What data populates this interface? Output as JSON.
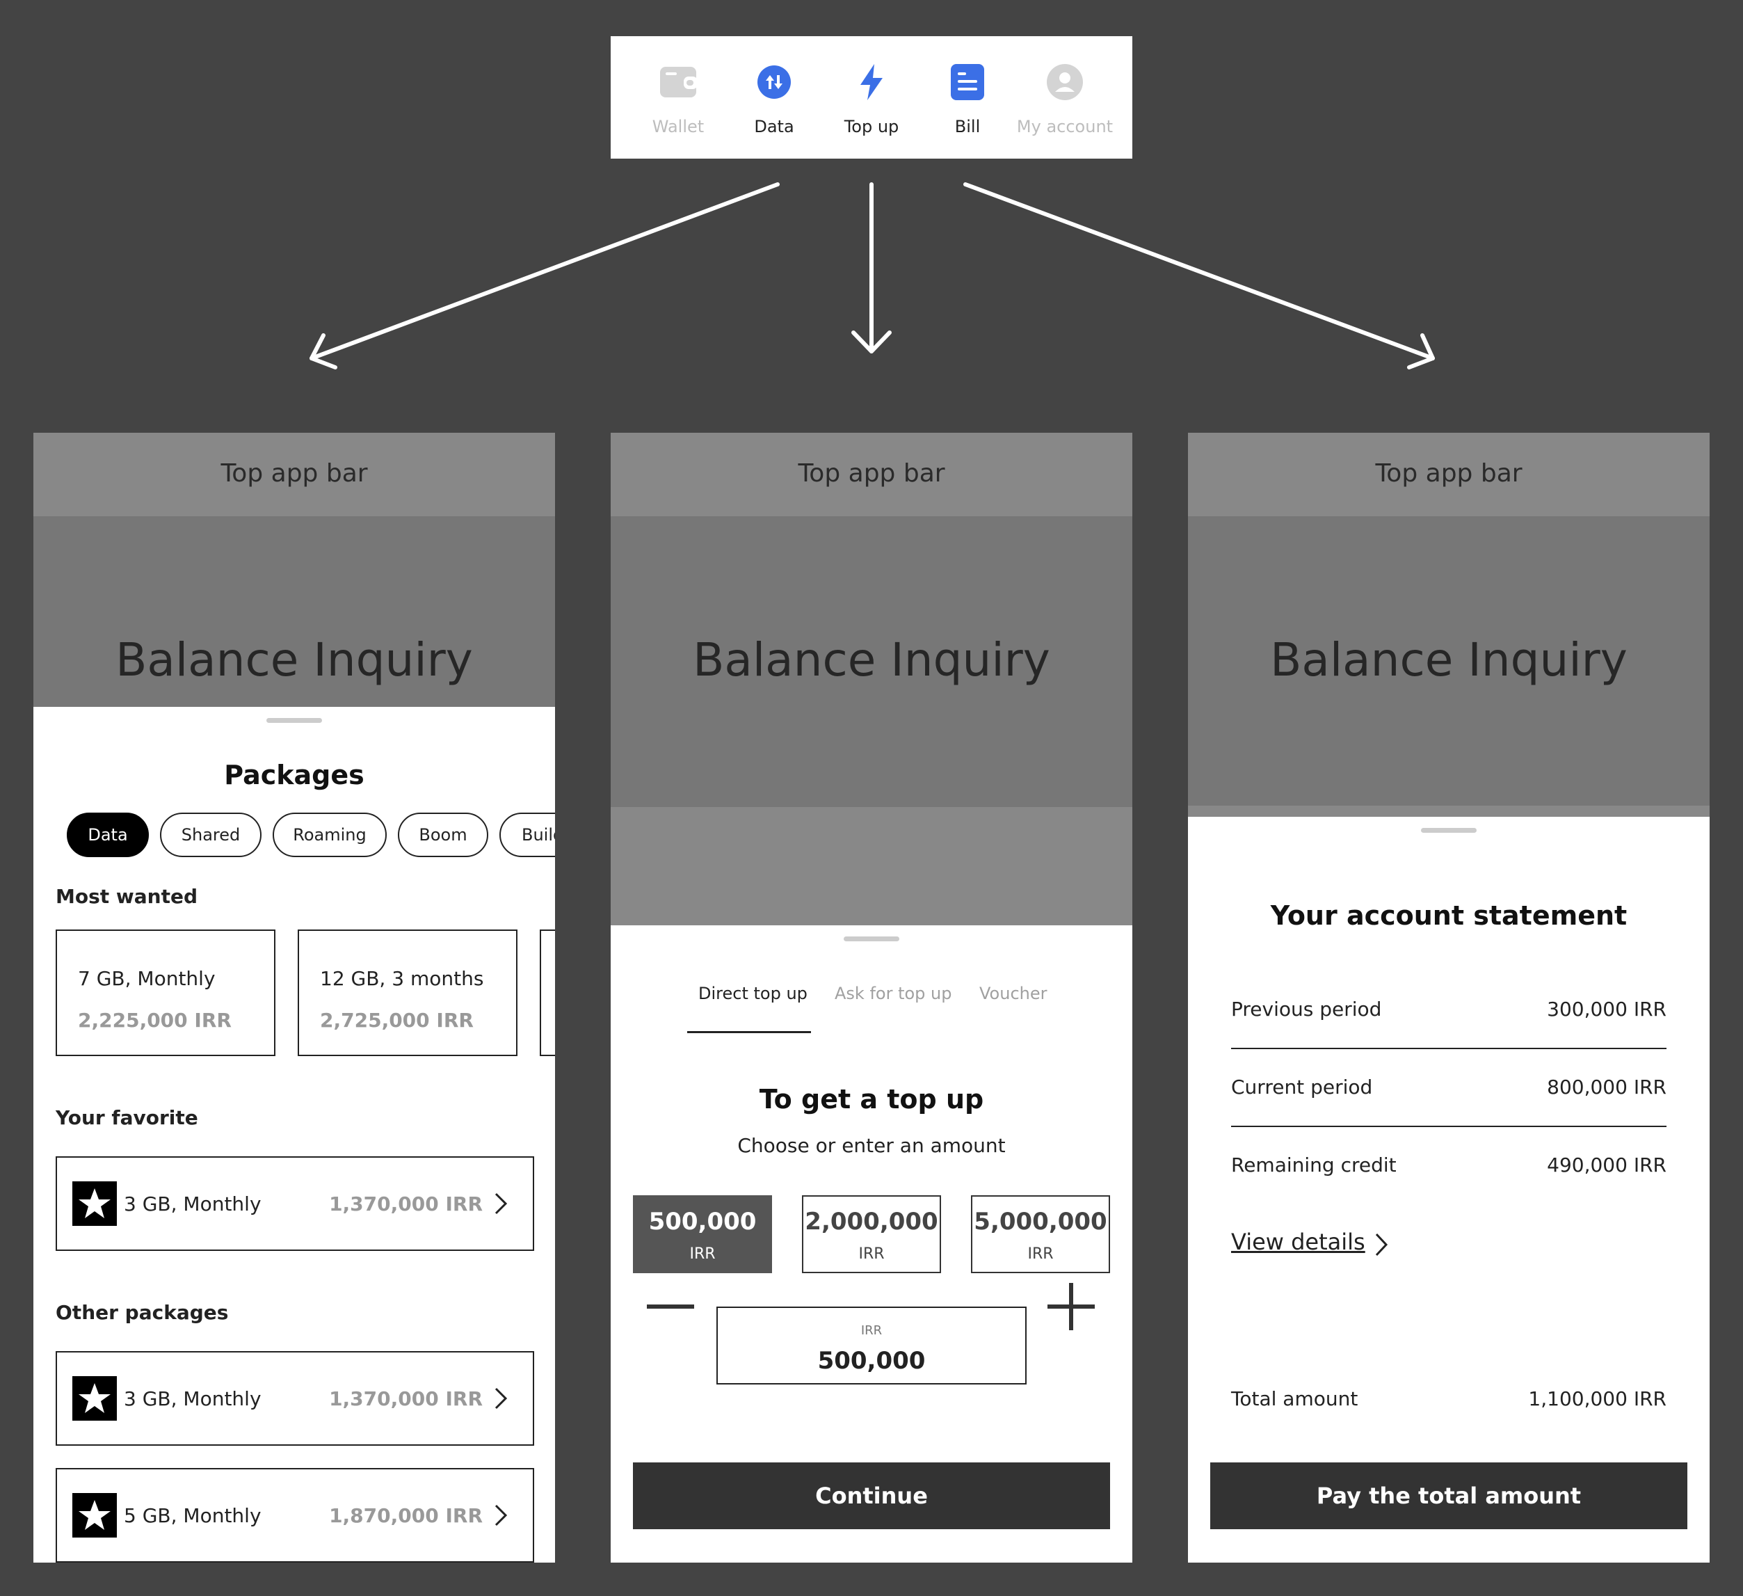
{
  "nav": {
    "items": [
      {
        "label": "Wallet",
        "icon": "wallet-icon",
        "state": "inactive"
      },
      {
        "label": "Data",
        "icon": "data-icon",
        "state": "active"
      },
      {
        "label": "Top up",
        "icon": "lightning-icon",
        "state": "active"
      },
      {
        "label": "Bill",
        "icon": "bill-icon",
        "state": "active"
      },
      {
        "label": "My account",
        "icon": "account-icon",
        "state": "inactive"
      }
    ],
    "accent": "#3b6fe6"
  },
  "screens": {
    "data": {
      "top_bar": "Top app bar",
      "hero": "Balance Inquiry",
      "title": "Packages",
      "chips": [
        "Data",
        "Shared",
        "Roaming",
        "Boom",
        "Build"
      ],
      "most_wanted_label": "Most wanted",
      "most_wanted": [
        {
          "name": "7 GB, Monthly",
          "price": "2,225,000 IRR"
        },
        {
          "name": "12 GB, 3 months",
          "price": "2,725,000 IRR"
        }
      ],
      "favorite_label": "Your favorite",
      "favorite": {
        "name": "3 GB, Monthly",
        "price": "1,370,000 IRR"
      },
      "other_label": "Other packages",
      "other": [
        {
          "name": "3 GB, Monthly",
          "price": "1,370,000 IRR"
        },
        {
          "name": "5 GB, Monthly",
          "price": "1,870,000 IRR"
        }
      ]
    },
    "topup": {
      "top_bar": "Top app bar",
      "hero": "Balance Inquiry",
      "tabs": [
        "Direct top up",
        "Ask for top up",
        "Voucher"
      ],
      "heading": "To get a top up",
      "subheading": "Choose or enter an amount",
      "amounts": [
        {
          "value": "500,000",
          "unit": "IRR",
          "selected": true
        },
        {
          "value": "2,000,000",
          "unit": "IRR",
          "selected": false
        },
        {
          "value": "5,000,000",
          "unit": "IRR",
          "selected": false
        }
      ],
      "input": {
        "unit": "IRR",
        "value": "500,000"
      },
      "continue": "Continue"
    },
    "bill": {
      "top_bar": "Top app bar",
      "hero": "Balance Inquiry",
      "heading": "Your account statement",
      "rows": [
        {
          "label": "Previous period",
          "value": "300,000 IRR"
        },
        {
          "label": "Current period",
          "value": "800,000 IRR"
        },
        {
          "label": "Remaining credit",
          "value": "490,000 IRR"
        }
      ],
      "view_details": "View details",
      "total_label": "Total amount",
      "total_value": "1,100,000 IRR",
      "pay": "Pay the total amount"
    }
  }
}
